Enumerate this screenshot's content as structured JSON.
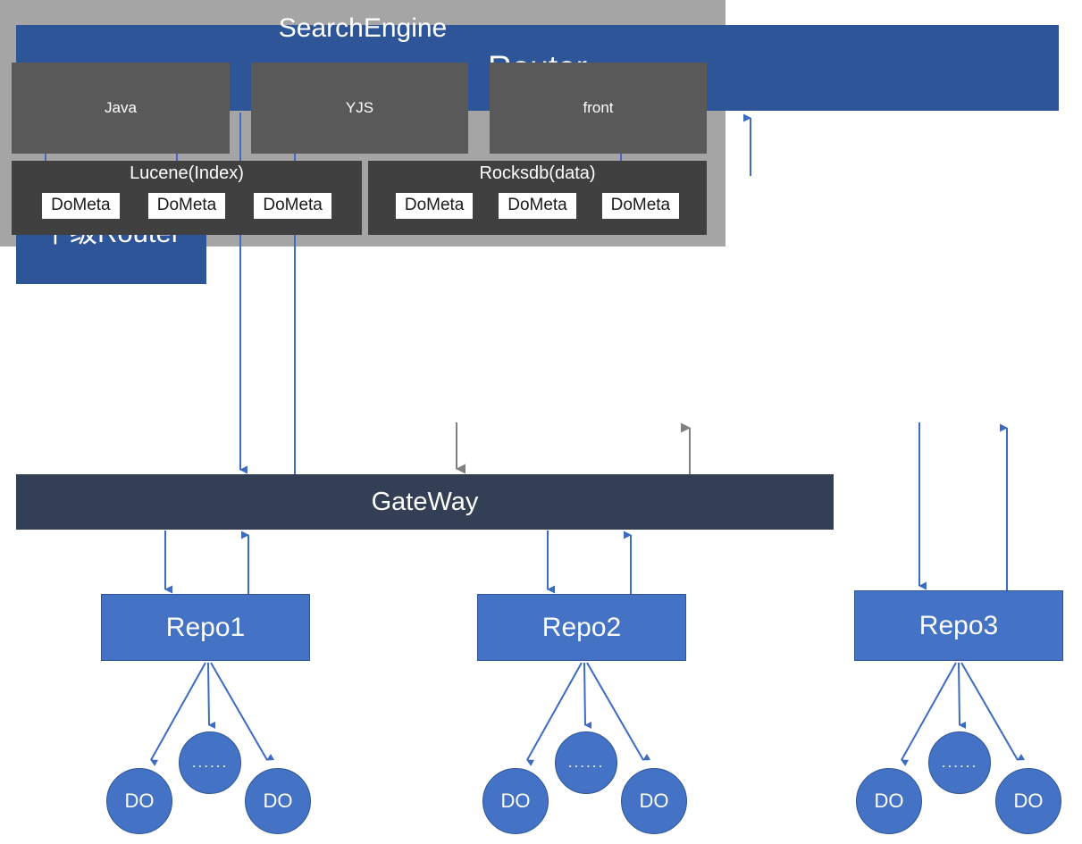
{
  "diagram": {
    "title_router": "Router",
    "sub_router": "下级Router",
    "gateway": "GateWay",
    "search_engine": {
      "title": "SearchEngine",
      "components": [
        {
          "name": "Java"
        },
        {
          "name": "YJS"
        },
        {
          "name": "front"
        }
      ],
      "stores": [
        {
          "name": "Lucene(Index)",
          "items": [
            "DoMeta",
            "DoMeta",
            "DoMeta"
          ]
        },
        {
          "name": "Rocksdb(data)",
          "items": [
            "DoMeta",
            "DoMeta",
            "DoMeta"
          ]
        }
      ]
    },
    "repos": [
      {
        "label": "Repo1",
        "nodes": [
          "DO",
          "......",
          "DO"
        ]
      },
      {
        "label": "Repo2",
        "nodes": [
          "DO",
          "......",
          "DO"
        ]
      },
      {
        "label": "Repo3",
        "nodes": [
          "DO",
          "......",
          "DO"
        ]
      }
    ]
  },
  "colors": {
    "router_blue": "#2E5597",
    "repo_blue": "#4472C4",
    "gateway_dark": "#323F54",
    "searchengine_gray": "#A5A5A5",
    "component_gray": "#595959",
    "store_gray": "#404040",
    "arrow_blue": "#4472C4",
    "arrow_gray": "#808080",
    "dometa_white": "#FFFFFF"
  }
}
